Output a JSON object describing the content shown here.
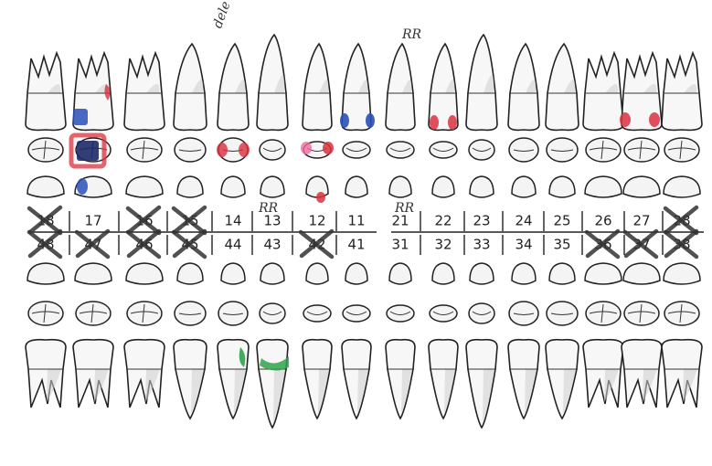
{
  "upper_numbers": [
    "18",
    "17",
    "16",
    "15",
    "14",
    "13",
    "12",
    "11",
    "21",
    "22",
    "23",
    "24",
    "25",
    "26",
    "27",
    "28"
  ],
  "lower_numbers": [
    "48",
    "47",
    "46",
    "45",
    "44",
    "43",
    "42",
    "41",
    "31",
    "32",
    "33",
    "34",
    "35",
    "36",
    "37",
    "38"
  ],
  "crossed_upper": [
    "18",
    "16",
    "15",
    "28"
  ],
  "crossed_lower": [
    "48",
    "47",
    "46",
    "45",
    "42",
    "36",
    "37",
    "38"
  ],
  "annotations": {
    "top_scribble": "dele RR",
    "upper_rr": "RR",
    "tooth13_rr": "RR",
    "tooth21_rr": "RR"
  },
  "marking_colors": {
    "caries_red": "#d9303f",
    "filling_blue": "#2a4fb8",
    "green": "#2fa34a",
    "pink": "#f06aa0"
  }
}
